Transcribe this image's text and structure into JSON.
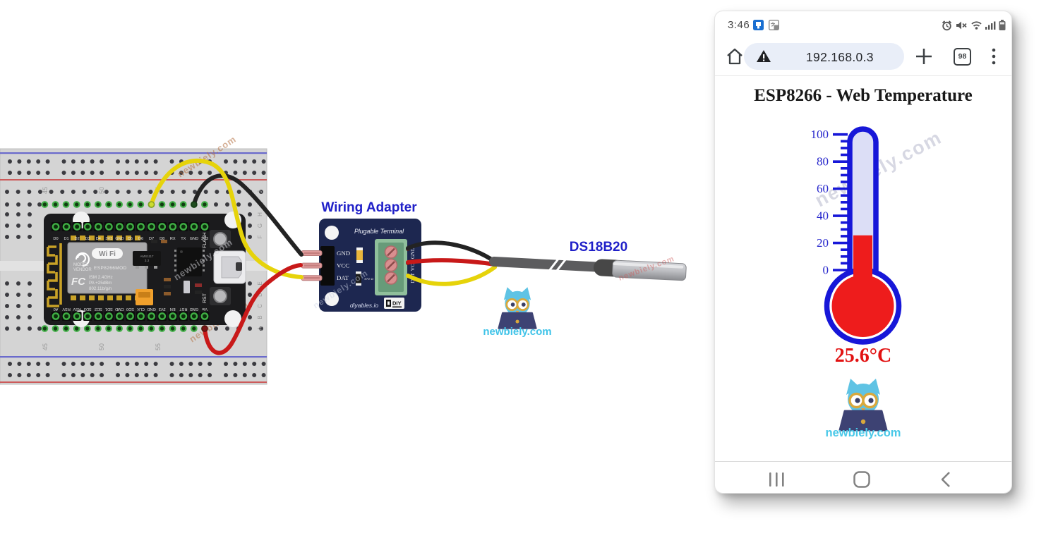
{
  "watermark_text": "newbiely.com",
  "colors": {
    "accent_blue": "#2020c8",
    "brand_cyan": "#3fc3e8",
    "temp_red": "#e21212",
    "wire_gnd": "#232323",
    "wire_vcc": "#c81919",
    "wire_dat": "#e6d30a"
  },
  "diagram": {
    "breadboard": {
      "column_numbers": [
        "45",
        "50",
        "55"
      ],
      "row_letters_top": [
        "J",
        "I",
        "H",
        "G",
        "F"
      ],
      "row_letters_bottom": [
        "E",
        "D",
        "C",
        "B",
        "A"
      ]
    },
    "esp_board": {
      "top_pins": [
        "D0",
        "D1",
        "D2",
        "D3",
        "D4",
        "3V3",
        "GND",
        "D5",
        "D6",
        "D7",
        "D8",
        "RX",
        "TX",
        "GND",
        "3V3"
      ],
      "bottom_pins": [
        "A0",
        "RSV",
        "RSV",
        "SD3",
        "SD2",
        "SD1",
        "CMD",
        "SD0",
        "CLK",
        "GND",
        "3V3",
        "EN",
        "RST",
        "GND",
        "Vin"
      ],
      "wifi_logo": "Wi Fi",
      "module_line1": "MODEL",
      "module_line2": "VENDOR",
      "module_line3": "ESP8266MOD",
      "fcc_text": "FC",
      "module_line4": "ISM 2.4GHz",
      "module_line5": "PA  +25dBm",
      "module_line6": "802.11b/g/n",
      "flash_label": "FLASH",
      "rst_label": "RST",
      "regulator_line1": "AMS1117",
      "regulator_line2": "3.3"
    },
    "adapter": {
      "title": "Wiring Adapter",
      "board_subtitle": "Plugable Terminal",
      "pin_labels": [
        "GND",
        "VCC",
        "DAT"
      ],
      "resistor_value": "472 Ω",
      "brand": "diyables.io",
      "logo_text": "DIY"
    },
    "sensor_label": "DS18B20",
    "logo_caption": "newbiely.com"
  },
  "phone": {
    "status_bar": {
      "time": "3:46"
    },
    "browser_bar": {
      "url": "192.168.0.3",
      "tab_count": "98"
    },
    "content": {
      "title": "ESP8266 - Web Temperature",
      "temperature_display": "25.6°C",
      "logo_caption": "newbiely.com"
    }
  },
  "chart_data": {
    "type": "gauge",
    "style": "thermometer",
    "title": "ESP8266 - Web Temperature",
    "value": 25.6,
    "unit": "°C",
    "display_value": "25.6°C",
    "axis_min": 0,
    "axis_max": 100,
    "major_ticks": [
      0,
      20,
      40,
      60,
      80,
      100
    ],
    "minor_tick_step": 5,
    "mercury_color": "#ee1c1c",
    "outline_color": "#1717d8"
  }
}
